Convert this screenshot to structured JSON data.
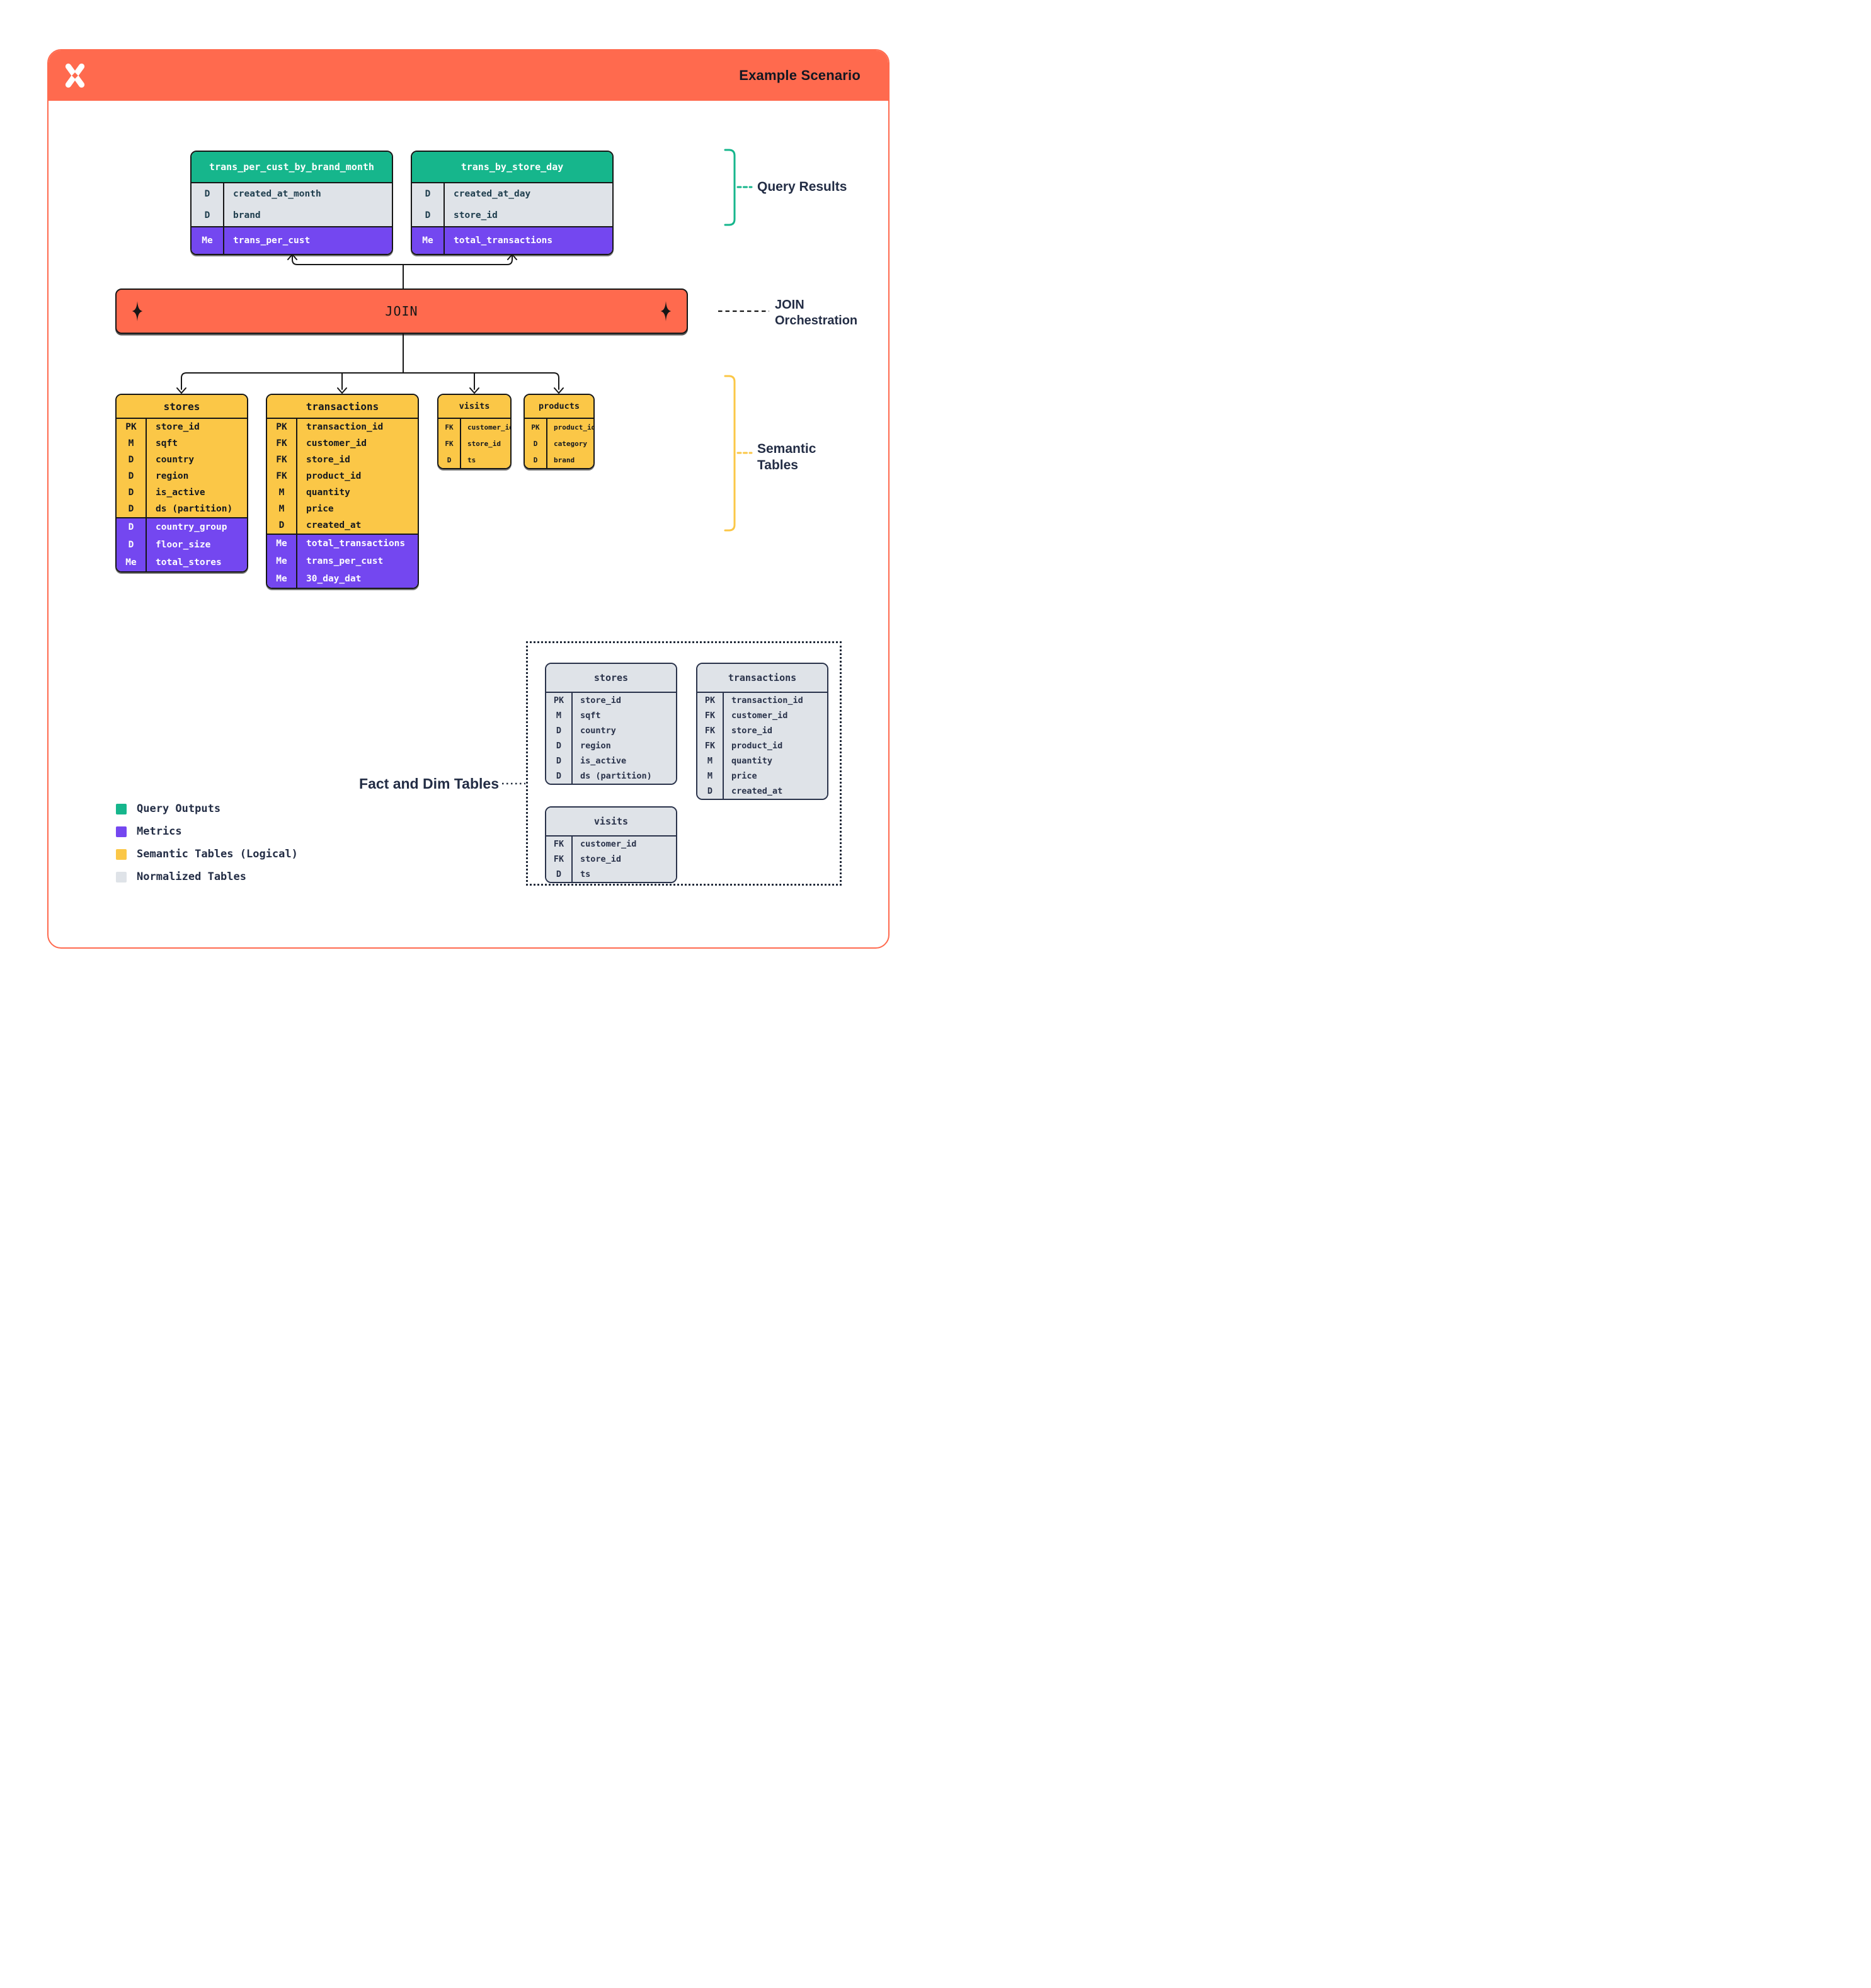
{
  "header": {
    "title": "Example Scenario",
    "logo": "pinwheel-x-logo"
  },
  "join": {
    "label": "JOIN"
  },
  "annotations": {
    "query_results": "Query Results",
    "join_orchestration": [
      "JOIN",
      "Orchestration"
    ],
    "semantic_tables": [
      "Semantic",
      "Tables"
    ],
    "fact_and_dim": "Fact and Dim Tables"
  },
  "query_tables": [
    {
      "name": "trans_per_cust_by_brand_month",
      "dims": [
        [
          "D",
          "created_at_month"
        ],
        [
          "D",
          "brand"
        ]
      ],
      "metrics": [
        [
          "Me",
          "trans_per_cust"
        ]
      ]
    },
    {
      "name": "trans_by_store_day",
      "dims": [
        [
          "D",
          "created_at_day"
        ],
        [
          "D",
          "store_id"
        ]
      ],
      "metrics": [
        [
          "Me",
          "total_transactions"
        ]
      ]
    }
  ],
  "semantic_tables": [
    {
      "name": "stores",
      "dims": [
        [
          "PK",
          "store_id"
        ],
        [
          "M",
          "sqft"
        ],
        [
          "D",
          "country"
        ],
        [
          "D",
          "region"
        ],
        [
          "D",
          "is_active"
        ],
        [
          "D",
          "ds (partition)"
        ]
      ],
      "metrics": [
        [
          "D",
          "country_group"
        ],
        [
          "D",
          "floor_size"
        ],
        [
          "Me",
          "total_stores"
        ]
      ]
    },
    {
      "name": "transactions",
      "dims": [
        [
          "PK",
          "transaction_id"
        ],
        [
          "FK",
          "customer_id"
        ],
        [
          "FK",
          "store_id"
        ],
        [
          "FK",
          "product_id"
        ],
        [
          "M",
          "quantity"
        ],
        [
          "M",
          "price"
        ],
        [
          "D",
          "created_at"
        ]
      ],
      "metrics": [
        [
          "Me",
          "total_transactions"
        ],
        [
          "Me",
          "trans_per_cust"
        ],
        [
          "Me",
          "30_day_dat"
        ]
      ]
    },
    {
      "name": "visits",
      "dims": [
        [
          "FK",
          "customer_id"
        ],
        [
          "FK",
          "store_id"
        ],
        [
          "D",
          "ts"
        ]
      ],
      "metrics": []
    },
    {
      "name": "products",
      "dims": [
        [
          "PK",
          "product_id"
        ],
        [
          "D",
          "category"
        ],
        [
          "D",
          "brand"
        ]
      ],
      "metrics": []
    }
  ],
  "normalized_tables": [
    {
      "name": "stores",
      "dims": [
        [
          "PK",
          "store_id"
        ],
        [
          "M",
          "sqft"
        ],
        [
          "D",
          "country"
        ],
        [
          "D",
          "region"
        ],
        [
          "D",
          "is_active"
        ],
        [
          "D",
          "ds (partition)"
        ]
      ]
    },
    {
      "name": "transactions",
      "dims": [
        [
          "PK",
          "transaction_id"
        ],
        [
          "FK",
          "customer_id"
        ],
        [
          "FK",
          "store_id"
        ],
        [
          "FK",
          "product_id"
        ],
        [
          "M",
          "quantity"
        ],
        [
          "M",
          "price"
        ],
        [
          "D",
          "created_at"
        ]
      ]
    },
    {
      "name": "visits",
      "dims": [
        [
          "FK",
          "customer_id"
        ],
        [
          "FK",
          "store_id"
        ],
        [
          "D",
          "ts"
        ]
      ]
    }
  ],
  "legend": [
    {
      "color": "#16B68C",
      "label": "Query Outputs"
    },
    {
      "color": "#7447F0",
      "label": "Metrics"
    },
    {
      "color": "#FBC747",
      "label": "Semantic Tables (Logical)"
    },
    {
      "color": "#DFE3E8",
      "label": "Normalized Tables"
    }
  ],
  "colors": {
    "accent_orange": "#FF6A4E",
    "query_output_green": "#16B68C",
    "metric_purple": "#7447F0",
    "semantic_yellow": "#FBC747",
    "normalized_gray": "#DFE3E8",
    "ink": "#161616",
    "navy": "#29324A"
  }
}
